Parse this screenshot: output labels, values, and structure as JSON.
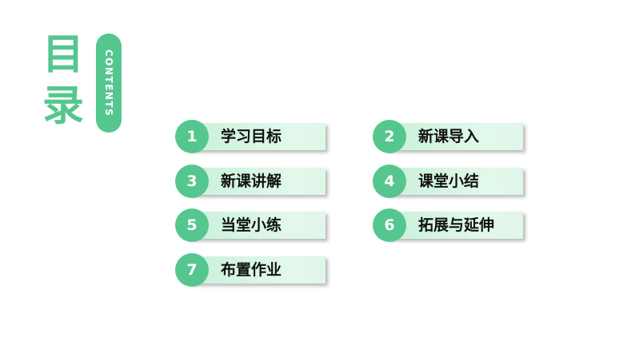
{
  "title": {
    "char1": "目",
    "char2": "录",
    "subtitle": "CONTENTS"
  },
  "colors": {
    "accent": "#55c78e",
    "bar_fill": "#d4f4e2",
    "text": "#111111"
  },
  "items": [
    {
      "number": "1",
      "label": "学习目标"
    },
    {
      "number": "2",
      "label": "新课导入"
    },
    {
      "number": "3",
      "label": "新课讲解"
    },
    {
      "number": "4",
      "label": "课堂小结"
    },
    {
      "number": "5",
      "label": "当堂小练"
    },
    {
      "number": "6",
      "label": "拓展与延伸"
    },
    {
      "number": "7",
      "label": "布置作业"
    }
  ]
}
